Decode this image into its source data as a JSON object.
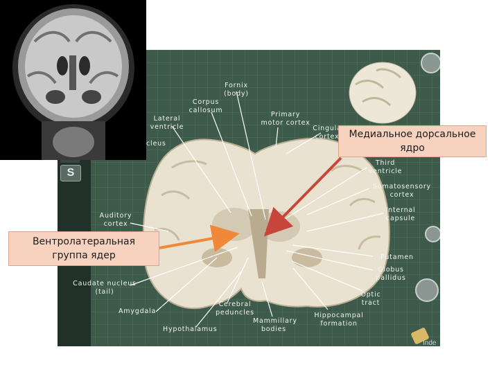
{
  "colors": {
    "background_panel": "#3d5a4a",
    "callout_fill": "#f7d2bf",
    "arrow_red": "#c8453c",
    "arrow_orange": "#f0883a",
    "label_text": "#f2f4f0"
  },
  "callouts": {
    "vpl": "Вентролатеральная группа ядер",
    "md": "Медиальное дорсальное ядро"
  },
  "labels": {
    "fornix": "Fornix (body)",
    "corpus_callosum": "Corpus callosum",
    "lateral_ventricle": "Lateral ventricle",
    "nucleus_partial": "cleus",
    "primary_motor": "Primary motor cortex",
    "cingulate": "Cingula cortex",
    "third_ventricle": "Third ventricle",
    "somatosensory": "Somatosensory cortex",
    "internal_capsule": "Internal capsule",
    "auditory": "Auditory cortex",
    "putamen": "Putamen",
    "globus_pallidus": "Globus pallidus",
    "caudate_tail": "Caudate nucleus (tail)",
    "optic_tract": "Optic tract",
    "amygdala": "Amygdala",
    "cerebral_peduncles": "Cerebral peduncles",
    "hippocampal": "Hippocampal formation",
    "mammillary": "Mammillary bodies",
    "hypothalamus": "Hypothalamus"
  },
  "ui": {
    "s_button": "S",
    "corner_text": "Inde"
  },
  "icons": [
    "brain-icon",
    "gear-icon",
    "pencil-icon"
  ]
}
